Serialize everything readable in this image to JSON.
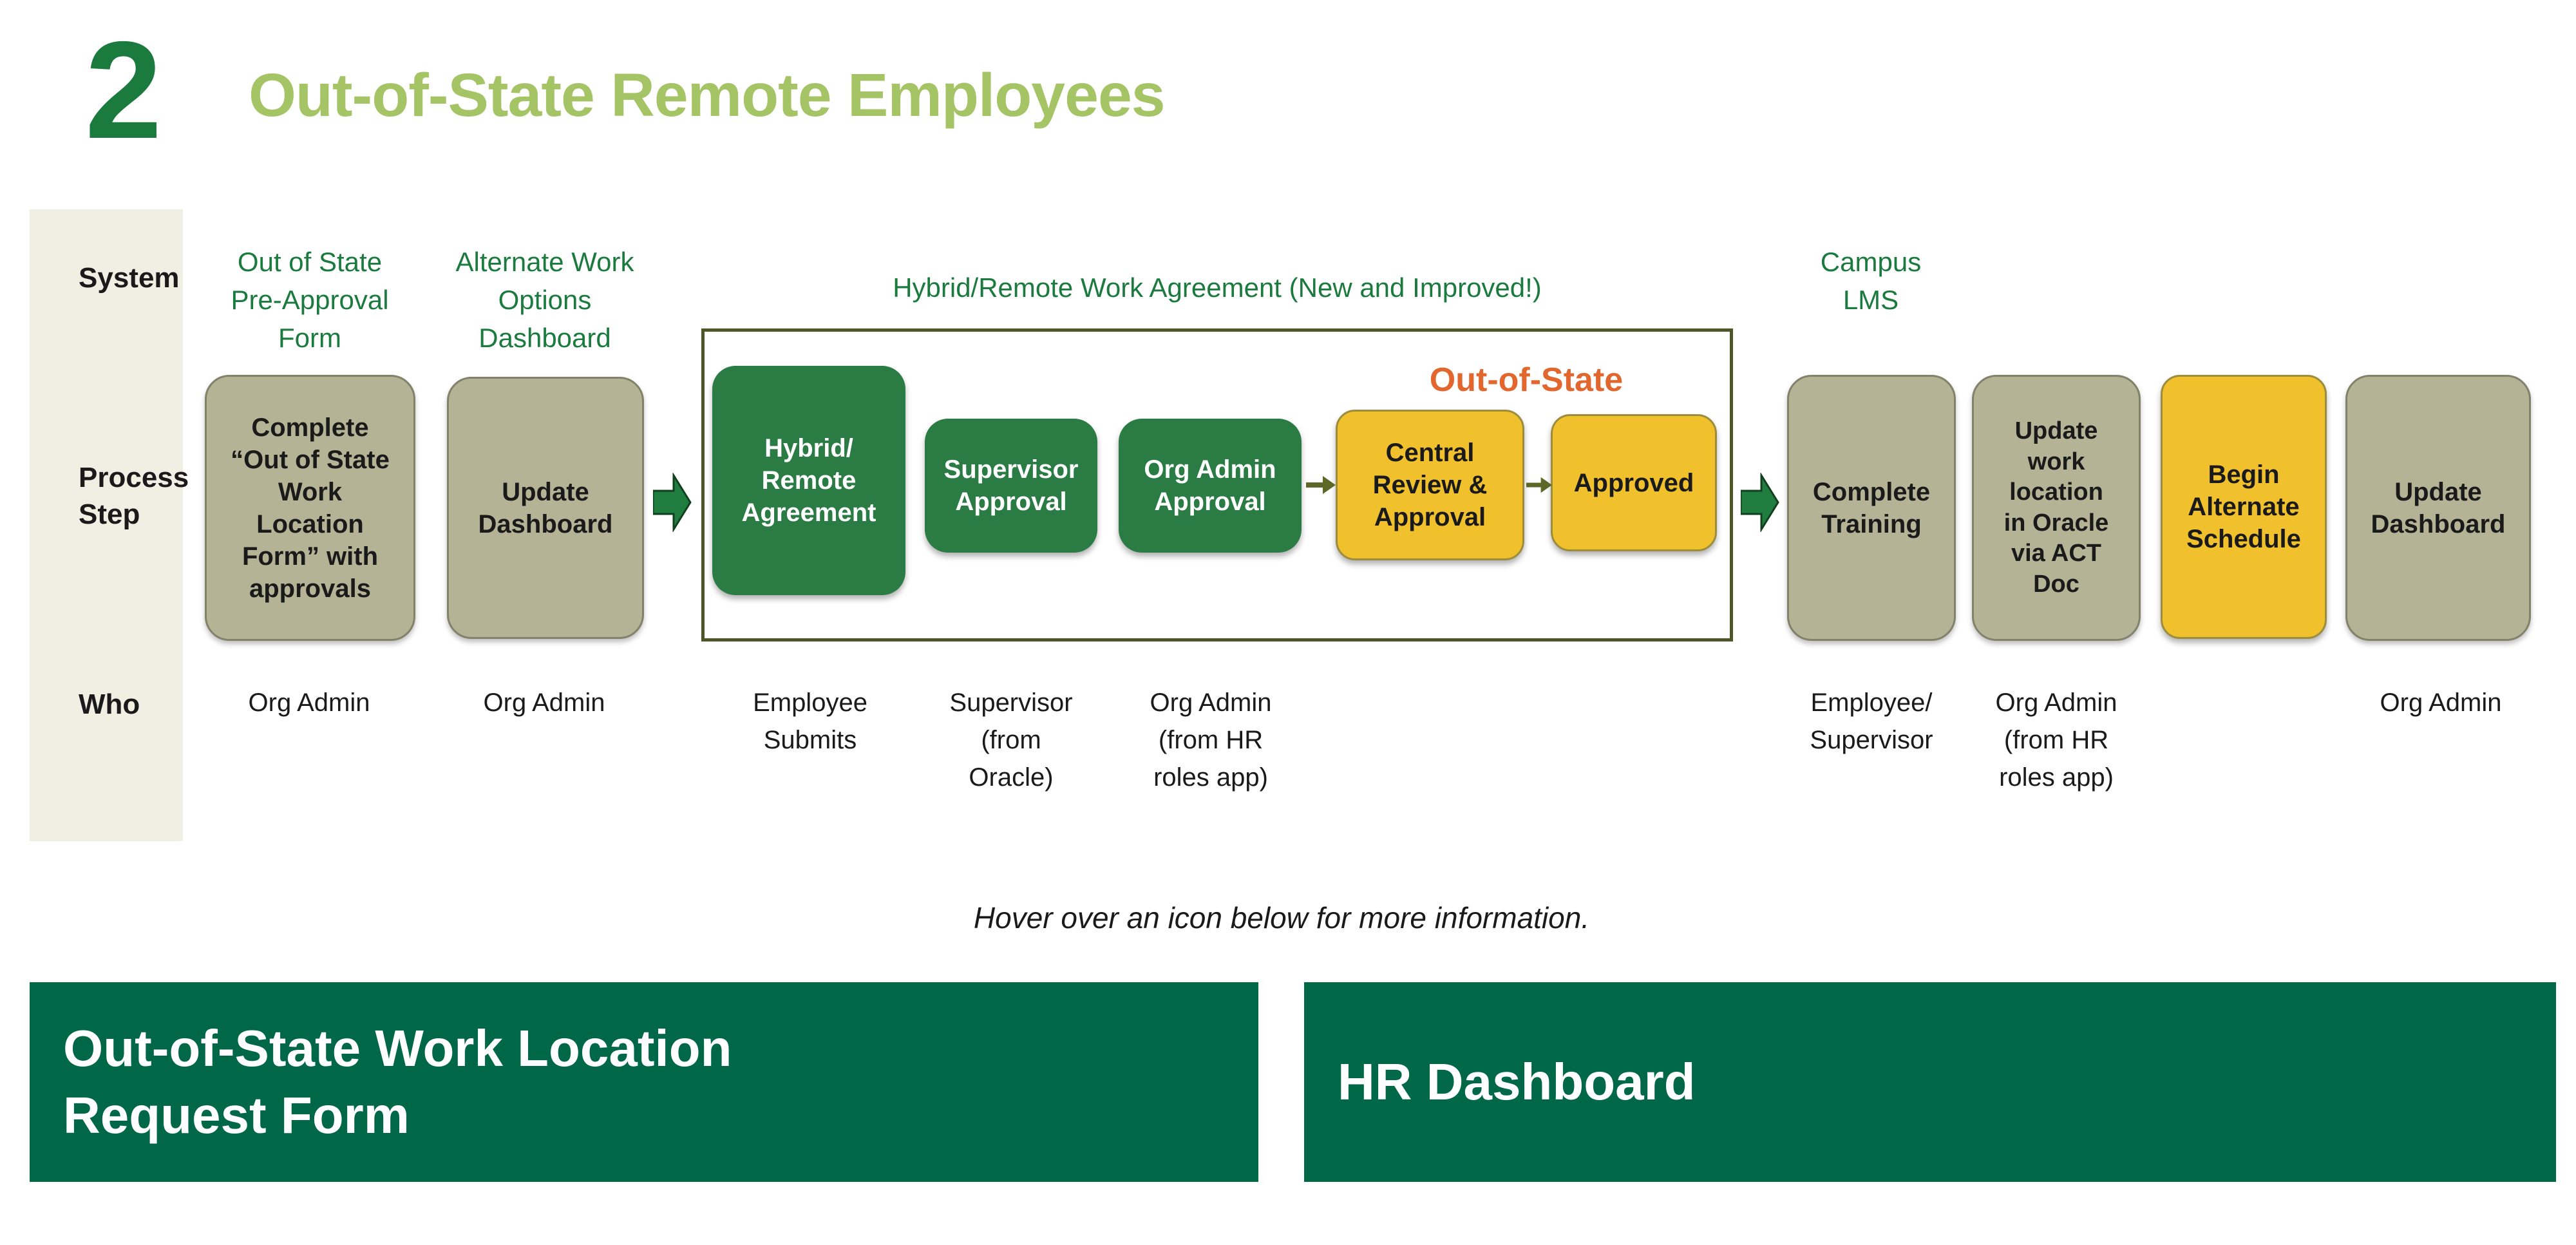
{
  "header": {
    "step_number": "2",
    "title": "Out-of-State Remote Employees"
  },
  "sidebar": {
    "system_label": "System",
    "process_label": "Process\nStep",
    "who_label": "Who"
  },
  "system_row": {
    "pre_approval_form": "Out of State\nPre-Approval\nForm",
    "alternate_work_dashboard": "Alternate Work\nOptions\nDashboard",
    "hybrid_agreement": "Hybrid/Remote Work Agreement (New and Improved!)",
    "campus_lms": "Campus\nLMS"
  },
  "process_row": {
    "out_of_state_label": "Out-of-State",
    "boxes": [
      {
        "label": "Complete\n“Out of State\nWork\nLocation\nForm” with\napprovals",
        "style": "olive"
      },
      {
        "label": "Update\nDashboard",
        "style": "olive"
      },
      {
        "label": "Hybrid/\nRemote\nAgreement",
        "style": "green"
      },
      {
        "label": "Supervisor\nApproval",
        "style": "green"
      },
      {
        "label": "Org Admin\nApproval",
        "style": "green"
      },
      {
        "label": "Central\nReview &\nApproval",
        "style": "yellow"
      },
      {
        "label": "Approved",
        "style": "yellow"
      },
      {
        "label": "Complete\nTraining",
        "style": "olive"
      },
      {
        "label": "Update\nwork\nlocation\nin Oracle\nvia ACT\nDoc",
        "style": "olive"
      },
      {
        "label": "Begin\nAlternate\nSchedule",
        "style": "yellow"
      },
      {
        "label": "Update\nDashboard",
        "style": "olive"
      }
    ]
  },
  "who_row": [
    "Org Admin",
    "Org Admin",
    "Employee\nSubmits",
    "Supervisor\n(from\nOracle)",
    "Org Admin\n(from HR\nroles app)",
    "Employee/\nSupervisor",
    "Org Admin\n(from HR\nroles app)",
    "Org Admin"
  ],
  "hover_note": "Hover over an icon below for more information.",
  "banners": [
    {
      "title": "Out-of-State Work Location\nRequest Form"
    },
    {
      "title": "HR Dashboard"
    }
  ],
  "colors": {
    "dark_green": "#1b7a3e",
    "light_green": "#a4c465",
    "flow_green": "#2a7b44",
    "olive": "#b5b396",
    "yellow": "#f0c12d",
    "orange": "#e2672f",
    "banner_green": "#006747",
    "sidebar_cream": "#f0efe3"
  }
}
